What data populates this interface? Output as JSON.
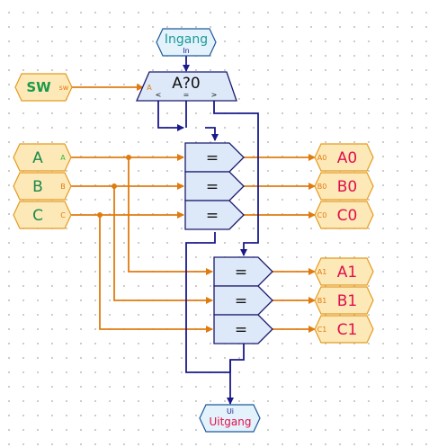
{
  "ingang": {
    "title": "Ingang",
    "sub": "In"
  },
  "uitgang": {
    "sub": "Ui",
    "title": "Uitgang"
  },
  "sw": {
    "label": "SW",
    "pin": "sw"
  },
  "comparator": {
    "label": "A?0",
    "pin_a": "A",
    "pin_lt": "<",
    "pin_eq": "=",
    "pin_gt": ">"
  },
  "inputs": [
    {
      "label": "A",
      "pin": "A"
    },
    {
      "label": "B",
      "pin": "B"
    },
    {
      "label": "C",
      "pin": "C"
    }
  ],
  "gates": [
    "=",
    "=",
    "=",
    "=",
    "=",
    "="
  ],
  "outputs": [
    {
      "label": "A0",
      "pin": "A0"
    },
    {
      "label": "B0",
      "pin": "B0"
    },
    {
      "label": "C0",
      "pin": "C0"
    },
    {
      "label": "A1",
      "pin": "A1"
    },
    {
      "label": "B1",
      "pin": "B1"
    },
    {
      "label": "C1",
      "pin": "C1"
    }
  ],
  "colors": {
    "wire_data": "#e07b10",
    "wire_control": "#1a1a8c",
    "output_text": "#e0104c",
    "teal_text": "#1a9a9a",
    "node_fill": "#fde9b8",
    "block_fill": "#dde9f8"
  }
}
